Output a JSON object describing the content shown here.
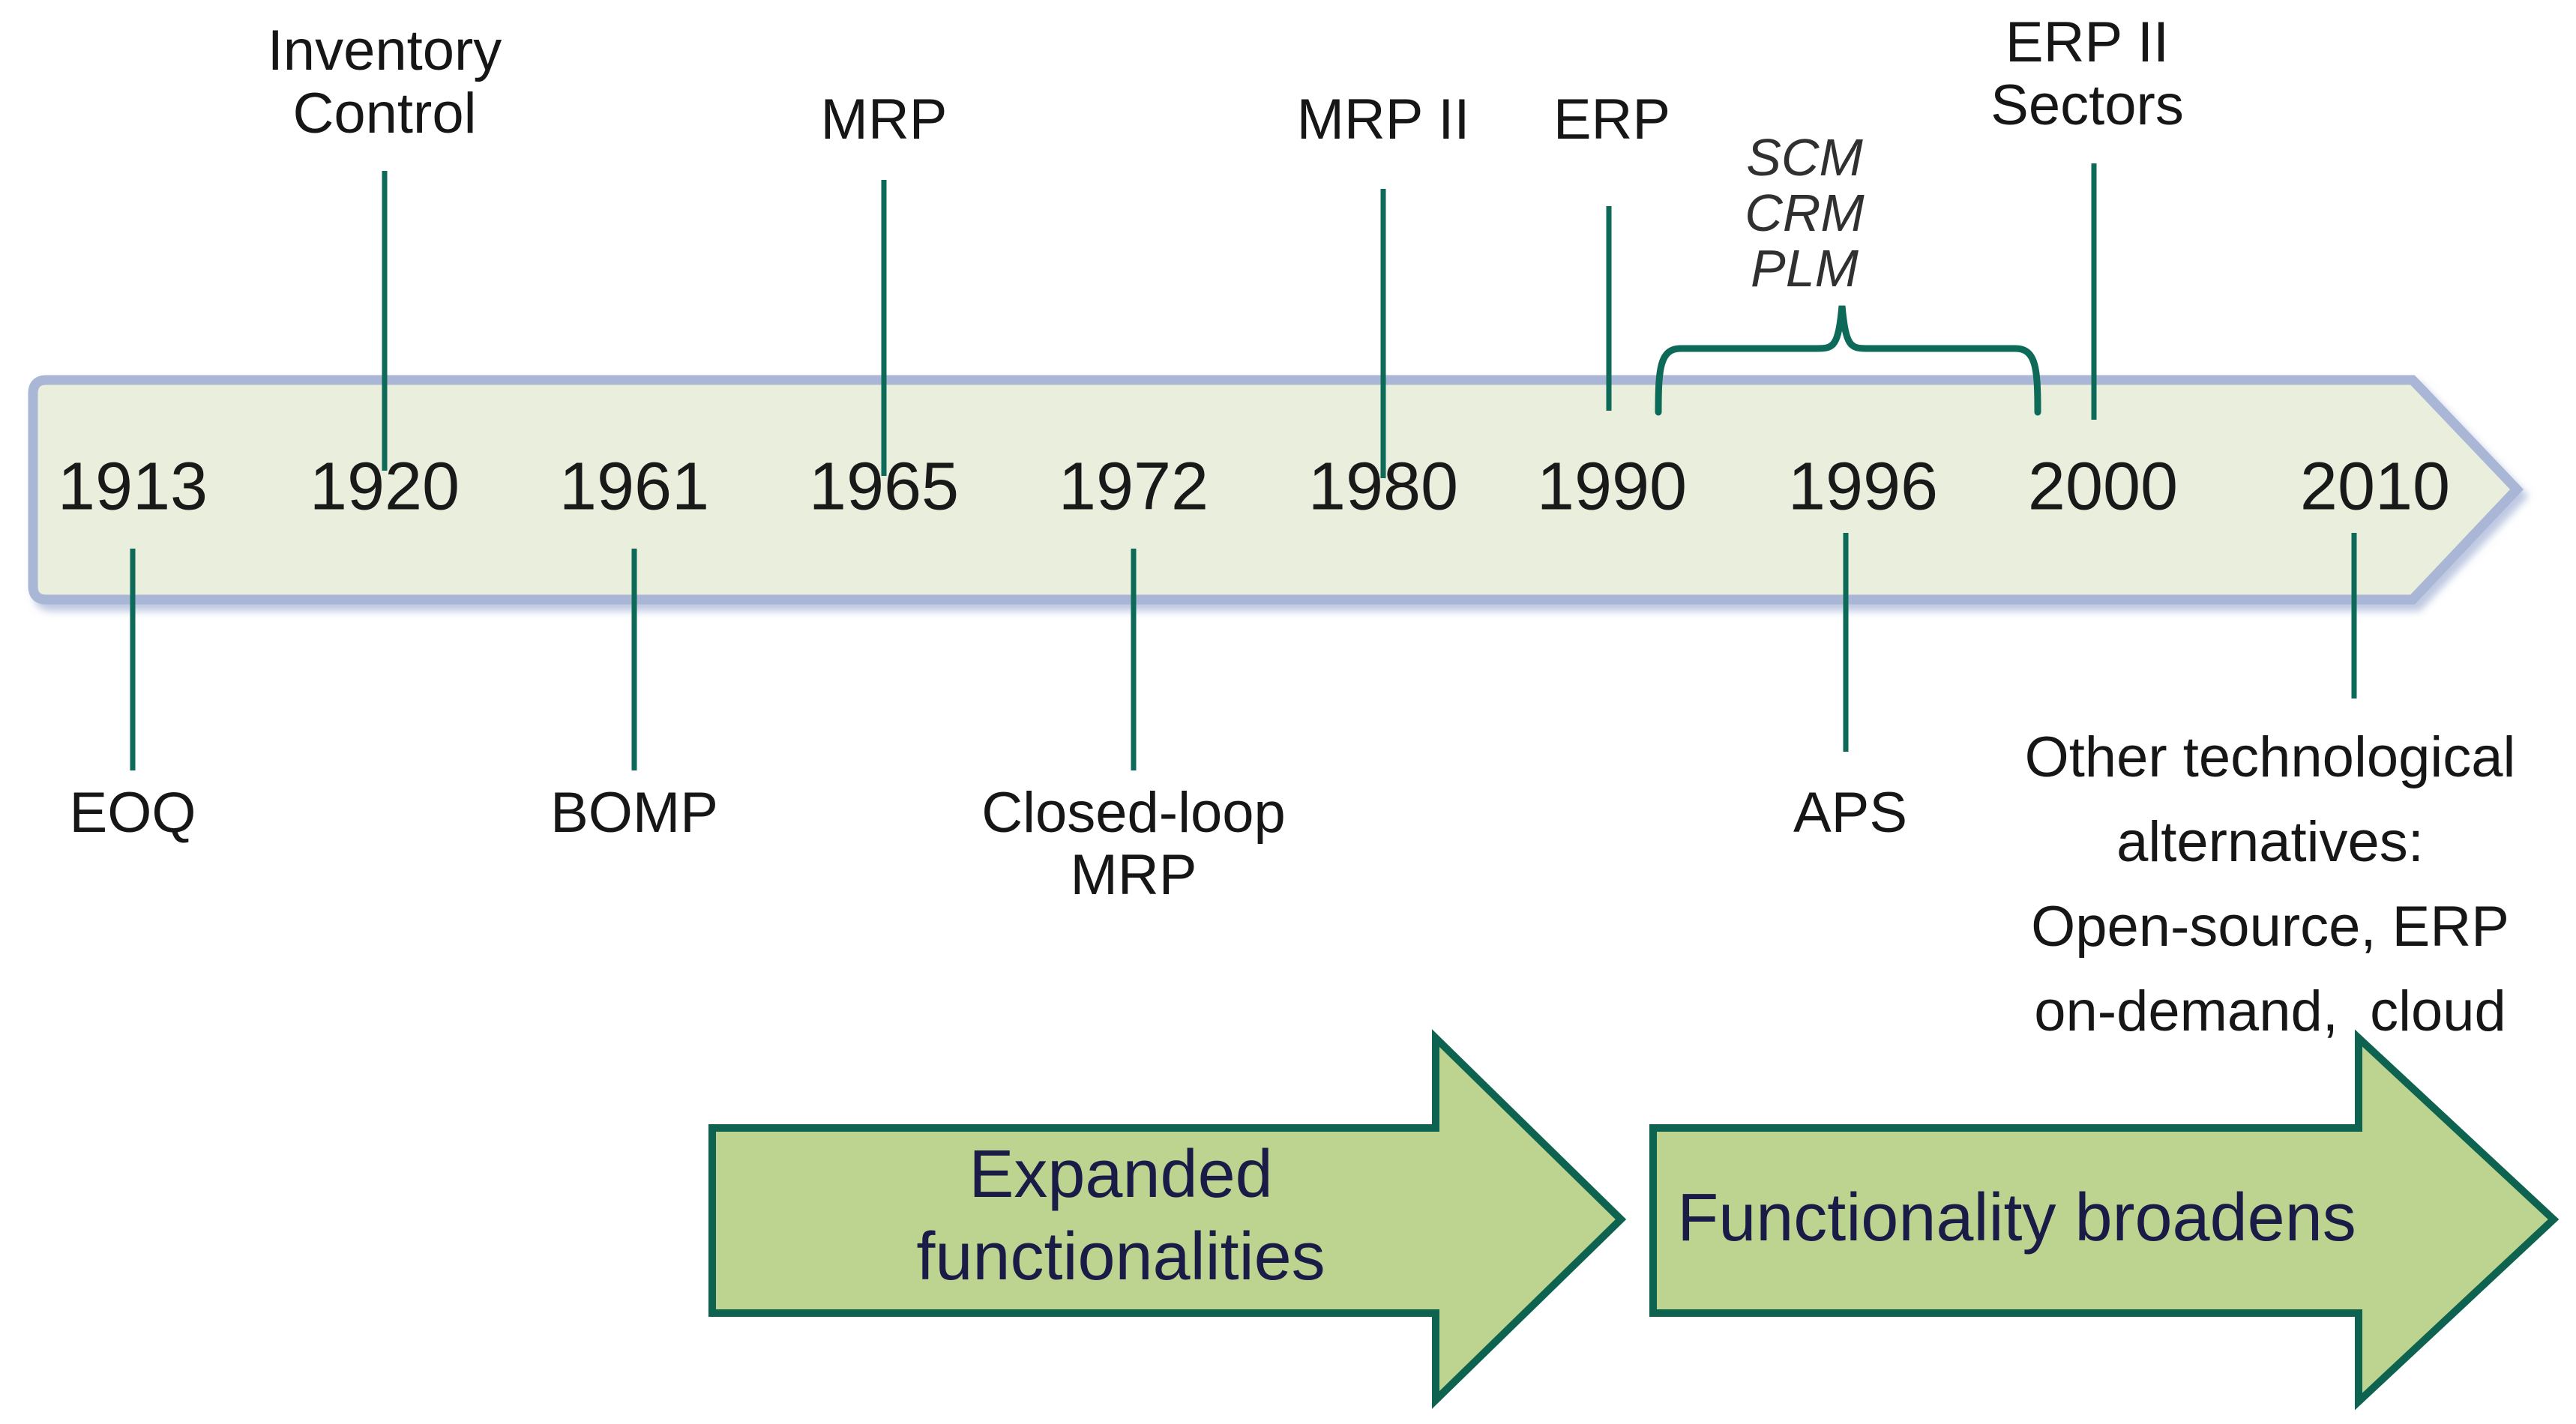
{
  "timeline": {
    "years": [
      "1913",
      "1920",
      "1961",
      "1965",
      "1972",
      "1980",
      "1990",
      "1996",
      "2000",
      "2010"
    ],
    "labels_above": {
      "inventory_control": {
        "line1": "Inventory",
        "line2": "Control"
      },
      "mrp": "MRP",
      "mrp_ii": "MRP II",
      "erp": "ERP",
      "scm_group": {
        "line1": "SCM",
        "line2": "CRM",
        "line3": "PLM"
      },
      "erp_ii": {
        "line1": "ERP II",
        "line2": "Sectors"
      }
    },
    "labels_below": {
      "eoq": "EOQ",
      "bomp": "BOMP",
      "closed_loop": {
        "line1": "Closed-loop",
        "line2": "MRP"
      },
      "aps": "APS",
      "other_alternatives": {
        "line1": "Other technological",
        "line2": "alternatives:",
        "line3": "Open-source, ERP",
        "line4": "on-demand,  cloud"
      }
    }
  },
  "arrows": {
    "expanded": {
      "line1": "Expanded",
      "line2": "functionalities"
    },
    "broadens": "Functionality broadens"
  },
  "colors": {
    "band_fill": "#EAEEDC",
    "band_border": "#A9B6D5",
    "tick": "#0E6A58",
    "brace": "#0E6A58",
    "arrow_fill": "#BCD48F",
    "arrow_border": "#0D6350",
    "arrow_text": "#1A1C47",
    "label_text": "#161616"
  }
}
